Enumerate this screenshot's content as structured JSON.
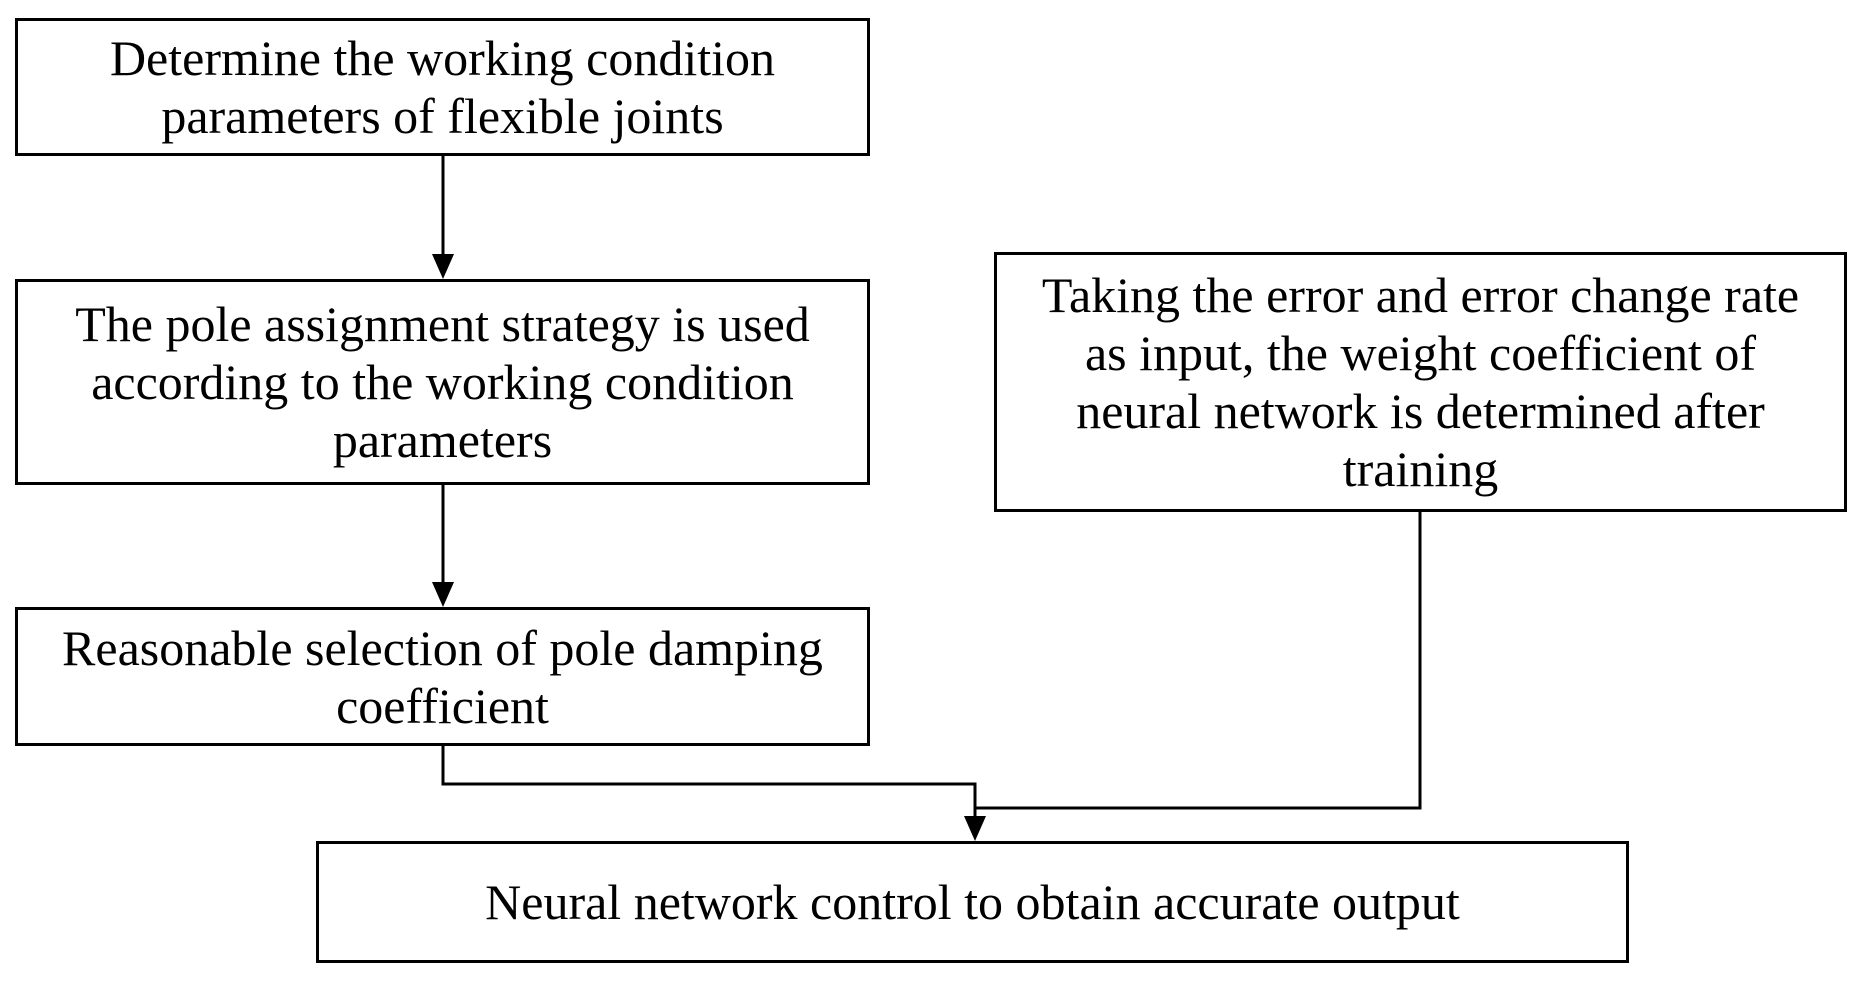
{
  "diagram": {
    "type": "flowchart",
    "colors": {
      "background": "#ffffff",
      "node_fill": "#ffffff",
      "line": "#000000",
      "text": "#000000"
    },
    "nodes": [
      {
        "id": "determine-working-condition",
        "text": "Determine the working condition parameters of flexible joints"
      },
      {
        "id": "pole-assignment-strategy",
        "text": "The pole assignment strategy is used according to the working condition parameters"
      },
      {
        "id": "pole-damping-selection",
        "text": "Reasonable selection of pole damping coefficient"
      },
      {
        "id": "neural-network-training",
        "text": "Taking the error and error change rate as input, the weight coefficient of neural network is determined after training"
      },
      {
        "id": "neural-network-control",
        "text": "Neural network control to obtain accurate output"
      }
    ],
    "edges": [
      {
        "from": "determine-working-condition",
        "to": "pole-assignment-strategy",
        "style": "straight-arrow"
      },
      {
        "from": "pole-assignment-strategy",
        "to": "pole-damping-selection",
        "style": "straight-arrow"
      },
      {
        "from": "pole-damping-selection",
        "to": "neural-network-control",
        "style": "elbow-arrow"
      },
      {
        "from": "neural-network-training",
        "to": "neural-network-control",
        "style": "elbow-merge"
      }
    ]
  }
}
